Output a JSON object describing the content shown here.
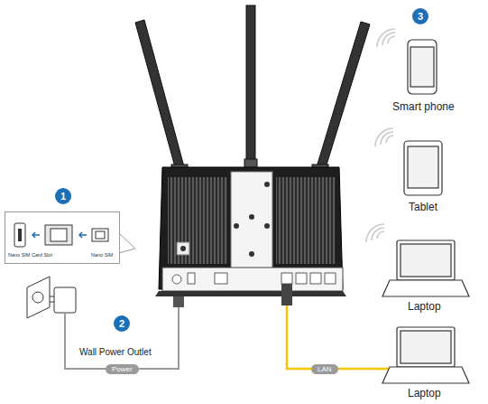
{
  "diagram": {
    "nodes": [
      {
        "text": [
          "Nano SIM Card Slot",
          "Nano SIM"
        ]
      }
    ],
    "labels": [
      "1",
      "2",
      "3",
      "Wall Power Outlet",
      "Power",
      "LAN",
      "Smart phone",
      "Tablet",
      "Laptop",
      "Laptop"
    ]
  }
}
